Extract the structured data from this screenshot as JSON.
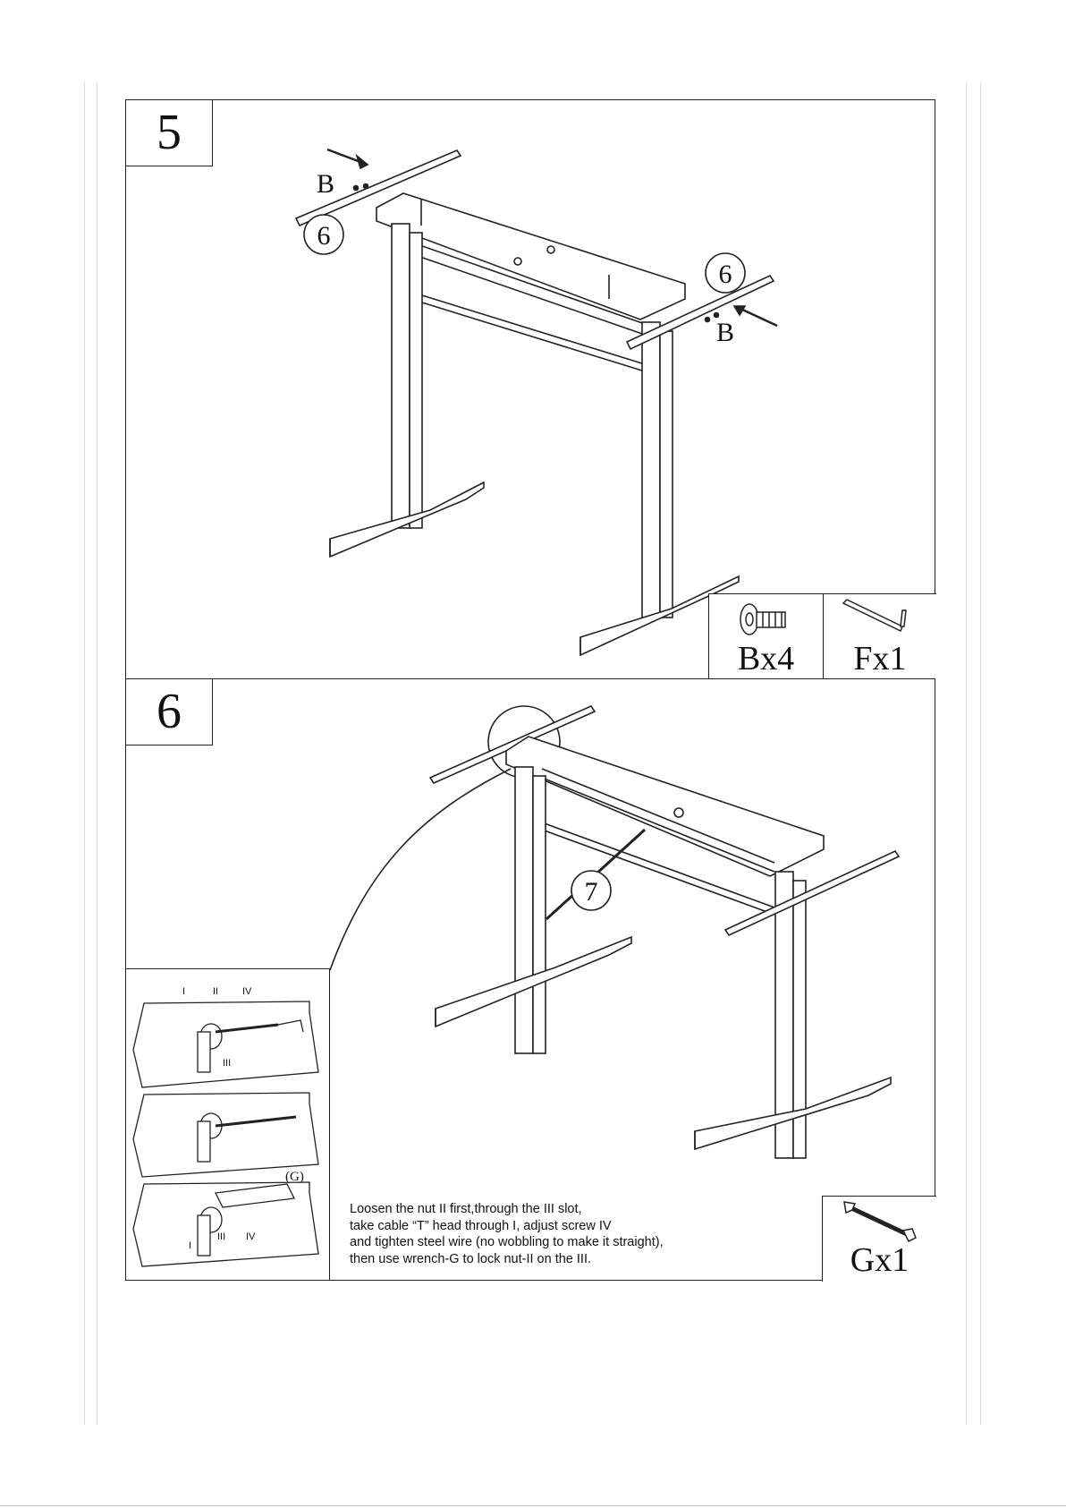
{
  "step5": {
    "number": "5",
    "callouts": {
      "left_num": "6",
      "right_num": "6",
      "left_screw": "B",
      "right_screw": "B"
    },
    "parts": [
      {
        "label": "Bx4",
        "icon": "bolt-icon"
      },
      {
        "label": "Fx1",
        "icon": "allen-key-icon"
      }
    ]
  },
  "step6": {
    "number": "6",
    "callout_num": "7",
    "inset_labels": {
      "i": "I",
      "ii": "II",
      "iii": "III",
      "iv": "IV",
      "g": "(G)"
    },
    "instructions": [
      "Loosen the nut II first,through the III slot,",
      "take cable “T” head through I, adjust screw IV",
      "and tighten steel wire (no wobbling to make it straight),",
      "then use wrench-G to lock nut-II on the III."
    ],
    "parts": [
      {
        "label": "Gx1",
        "icon": "wrench-icon"
      }
    ]
  }
}
